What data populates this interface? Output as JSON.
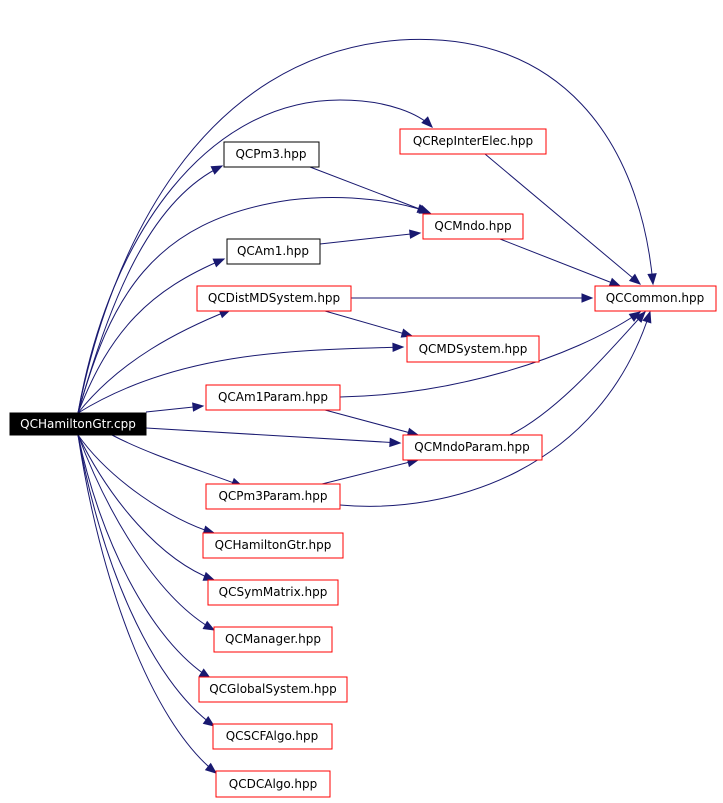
{
  "graph": {
    "nodes": {
      "root": "QCHamiltonGtr.cpp",
      "pm3": "QCPm3.hpp",
      "am1": "QCAm1.hpp",
      "repinter": "QCRepInterElec.hpp",
      "mndo": "QCMndo.hpp",
      "distmd": "QCDistMDSystem.hpp",
      "common": "QCCommon.hpp",
      "mdsystem": "QCMDSystem.hpp",
      "am1param": "QCAm1Param.hpp",
      "mndoparam": "QCMndoParam.hpp",
      "pm3param": "QCPm3Param.hpp",
      "hamhpp": "QCHamiltonGtr.hpp",
      "symmatrix": "QCSymMatrix.hpp",
      "manager": "QCManager.hpp",
      "globalsys": "QCGlobalSystem.hpp",
      "scfalgo": "QCSCFAlgo.hpp",
      "dcalgo": "QCDCAlgo.hpp"
    },
    "colors": {
      "edge": "#191970",
      "documented_border": "#000000",
      "undocumented_border": "#ff0000",
      "root_fill": "#000000",
      "root_text": "#ffffff"
    }
  }
}
